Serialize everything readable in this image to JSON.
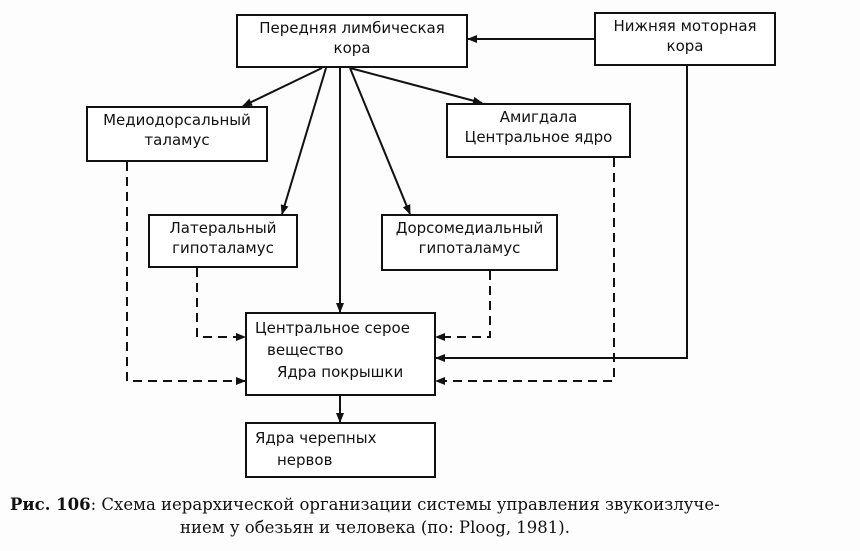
{
  "nodes": {
    "ant_limbic": {
      "line1": "Передняя лимбическая",
      "line2": "кора"
    },
    "lower_motor": {
      "line1": "Нижняя моторная",
      "line2": "кора"
    },
    "mediodorsal": {
      "line1": "Медиодорсальный",
      "line2": "таламус"
    },
    "amygdala": {
      "line1": "Амигдала",
      "line2": "Центральное ядро"
    },
    "lat_hypo": {
      "line1": "Латеральный",
      "line2": "гипоталамус"
    },
    "dorsomed_hypo": {
      "line1": "Дорсомедиальный",
      "line2": "гипоталамус"
    },
    "central_grey": {
      "line1": "Центральное серое",
      "line2": "вещество",
      "line3": "Ядра покрышки"
    },
    "cranial_nuclei": {
      "line1": "Ядра черепных",
      "line2": "нервов"
    }
  },
  "caption": {
    "label": "Рис. 106",
    "line1": ": Схема иерархической организации системы управления звукоизлуче-",
    "line2": "нием у обезьян и человека (по: Ploog, 1981)."
  }
}
